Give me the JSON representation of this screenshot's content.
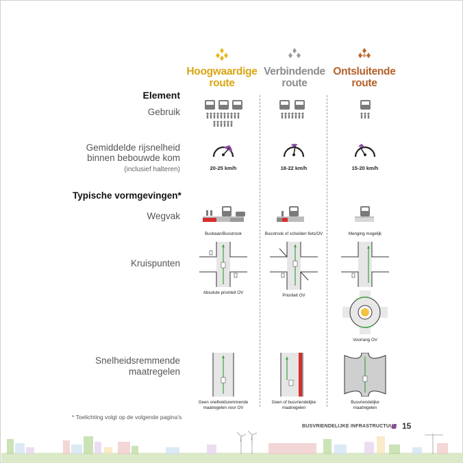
{
  "columns": [
    {
      "title_line1": "Hoogwaardige",
      "title_line2": "route",
      "color": "#d9a514"
    },
    {
      "title_line1": "Verbindende",
      "title_line2": "route",
      "color": "#8c8c8c"
    },
    {
      "title_line1": "Ontsluitende",
      "title_line2": "route",
      "color": "#b3612a"
    }
  ],
  "rows": {
    "element": "Element",
    "gebruik": "Gebruik",
    "snelheid_line1": "Gemiddelde rijsnelheid",
    "snelheid_line2": "binnen bebouwde kom",
    "snelheid_note": "(inclusief halteren)",
    "section_title": "Typische vormgevingen*",
    "wegvak": "Wegvak",
    "kruispunten": "Kruispunten",
    "remmend_line1": "Snelheidsremmende",
    "remmend_line2": "maatregelen"
  },
  "speeds": [
    "20-25 km/h",
    "18-22 km/h",
    "15-20 km/h"
  ],
  "captions": {
    "wegvak": [
      "Busbaan/Busstrook",
      "Busstrook of scheiden fiets/OV",
      "Menging mogelijk"
    ],
    "kruispunten": [
      "Absolute prioriteit OV",
      "Prioriteit OV",
      "Voorrang OV"
    ],
    "remmend_1": [
      "Geen snelheidsremmende",
      "maatregelen voor OV"
    ],
    "remmend_2": [
      "Geen of busvriendelijke",
      "maatregelen"
    ],
    "remmend_3": [
      "Busvriendelijke",
      "maatregelen"
    ]
  },
  "footnote": "* Toelichting volgt op de volgende pagina's",
  "footer": {
    "section": "BUSVRIENDELIJKE INFRASTRUCTUUR",
    "page": "15"
  },
  "icons": {
    "bus": "bus-icon",
    "person": "person-icon",
    "speedometer": "speedometer-icon"
  },
  "accent_colors": {
    "purple": "#8a4ba0",
    "red": "#d62e2e",
    "green": "#3aa03a"
  }
}
